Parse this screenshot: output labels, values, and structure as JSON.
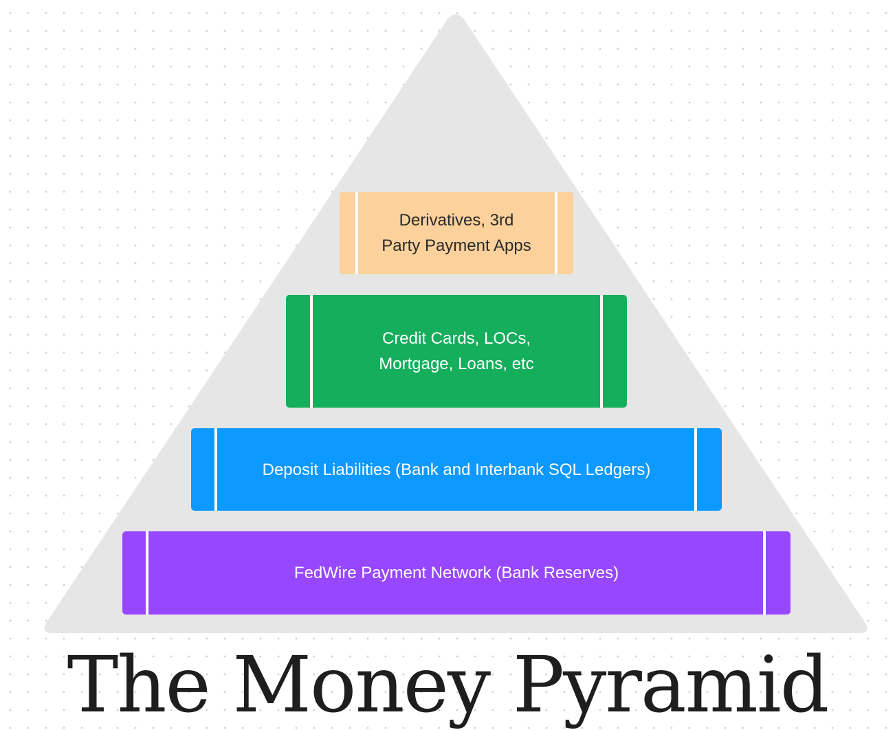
{
  "title": "The Money Pyramid",
  "pyramid": {
    "fill_color": "#e6e6e6",
    "tiers": [
      {
        "label": "Derivatives, 3rd\nParty Payment Apps",
        "color": "#fcd19c"
      },
      {
        "label": "Credit Cards, LOCs,\nMortgage, Loans, etc",
        "color": "#14ae5c"
      },
      {
        "label": "Deposit Liabilities (Bank and Interbank SQL Ledgers)",
        "color": "#0d99ff"
      },
      {
        "label": "FedWire Payment Network (Bank Reserves)",
        "color": "#9747ff"
      }
    ]
  }
}
